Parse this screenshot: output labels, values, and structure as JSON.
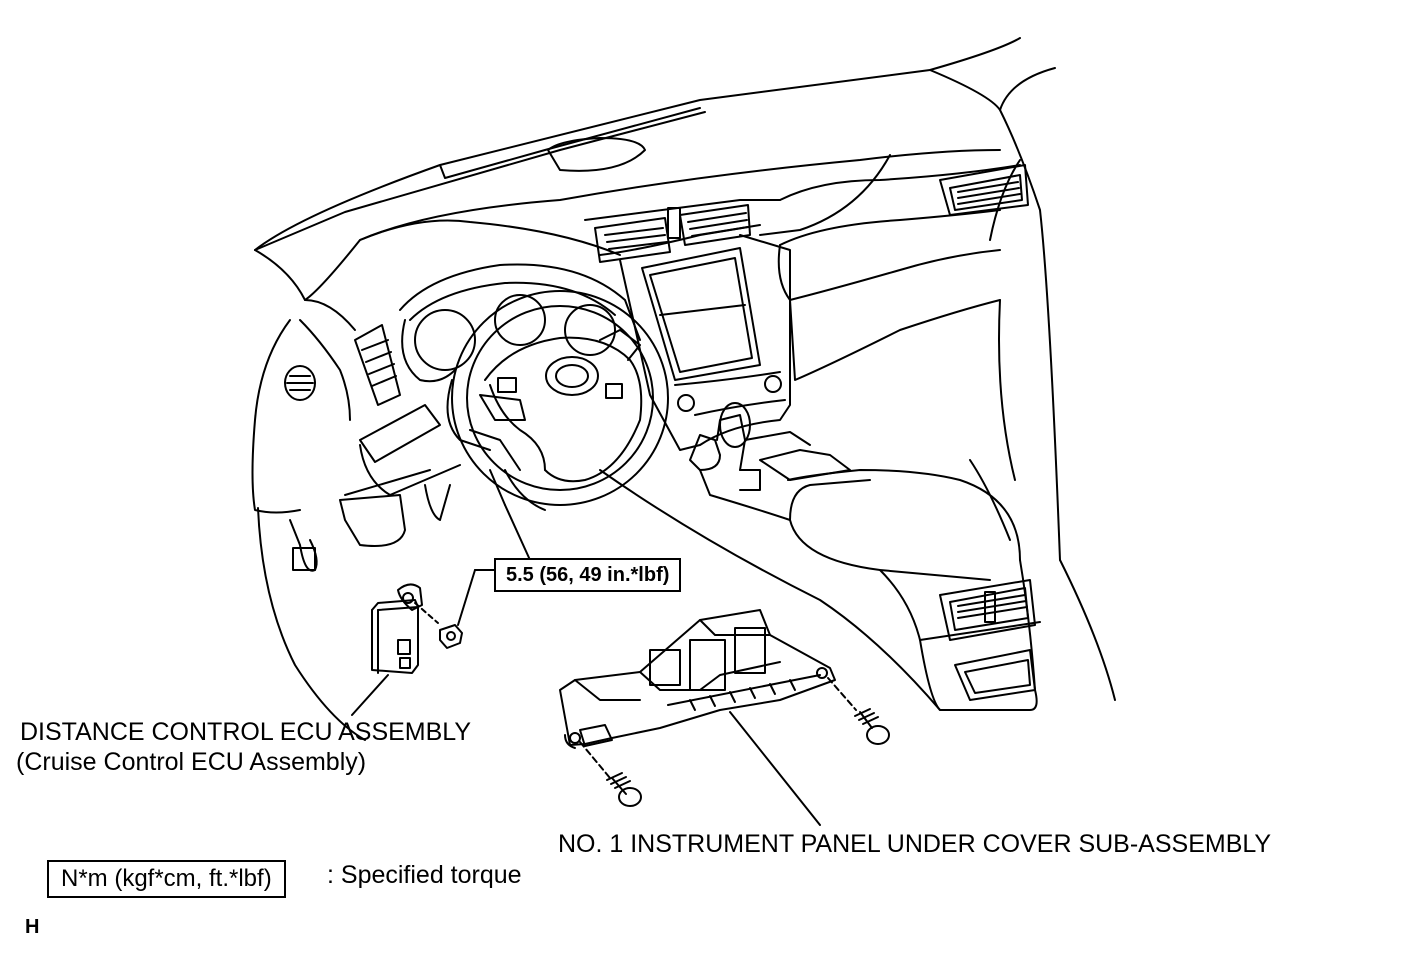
{
  "torque_callout": "5.5 (56, 49 in.*lbf)",
  "labels": {
    "ecu_line1": "DISTANCE CONTROL ECU ASSEMBLY",
    "ecu_line2": "(Cruise Control ECU Assembly)",
    "under_cover": "NO. 1 INSTRUMENT PANEL UNDER COVER SUB-ASSEMBLY"
  },
  "legend": {
    "unit_box": "N*m (kgf*cm, ft.*lbf)",
    "description": ": Specified torque"
  },
  "figure_code": "H"
}
